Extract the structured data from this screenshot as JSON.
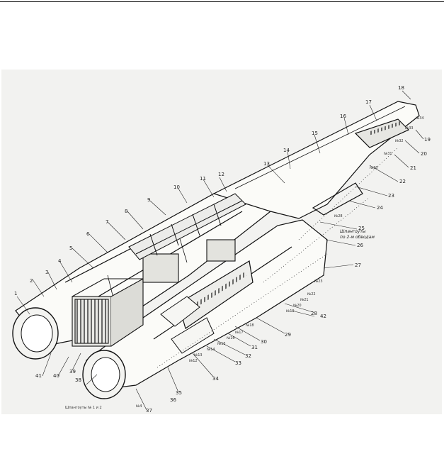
{
  "callouts": [
    "1",
    "2",
    "3",
    "4",
    "5",
    "6",
    "7",
    "8",
    "9",
    "10",
    "11",
    "12",
    "13",
    "14",
    "15",
    "16",
    "17",
    "18",
    "19",
    "20",
    "21",
    "22",
    "23",
    "24",
    "25",
    "26",
    "27",
    "28",
    "29",
    "30",
    "31",
    "32",
    "33",
    "34",
    "35",
    "36",
    "37",
    "38",
    "39",
    "40",
    "41",
    "42"
  ],
  "frame_labels": [
    "№4",
    "№12",
    "№13",
    "№14",
    "№15",
    "№16",
    "№17",
    "№18",
    "№19",
    "№20",
    "№21",
    "№22",
    "№23",
    "№28",
    "№30",
    "№31",
    "№32",
    "№33",
    "№34"
  ],
  "notes": {
    "right": "Шпангоуты\nпо 2-м обводам",
    "bottom_left": "Шпангоуты № 1 и 2"
  }
}
